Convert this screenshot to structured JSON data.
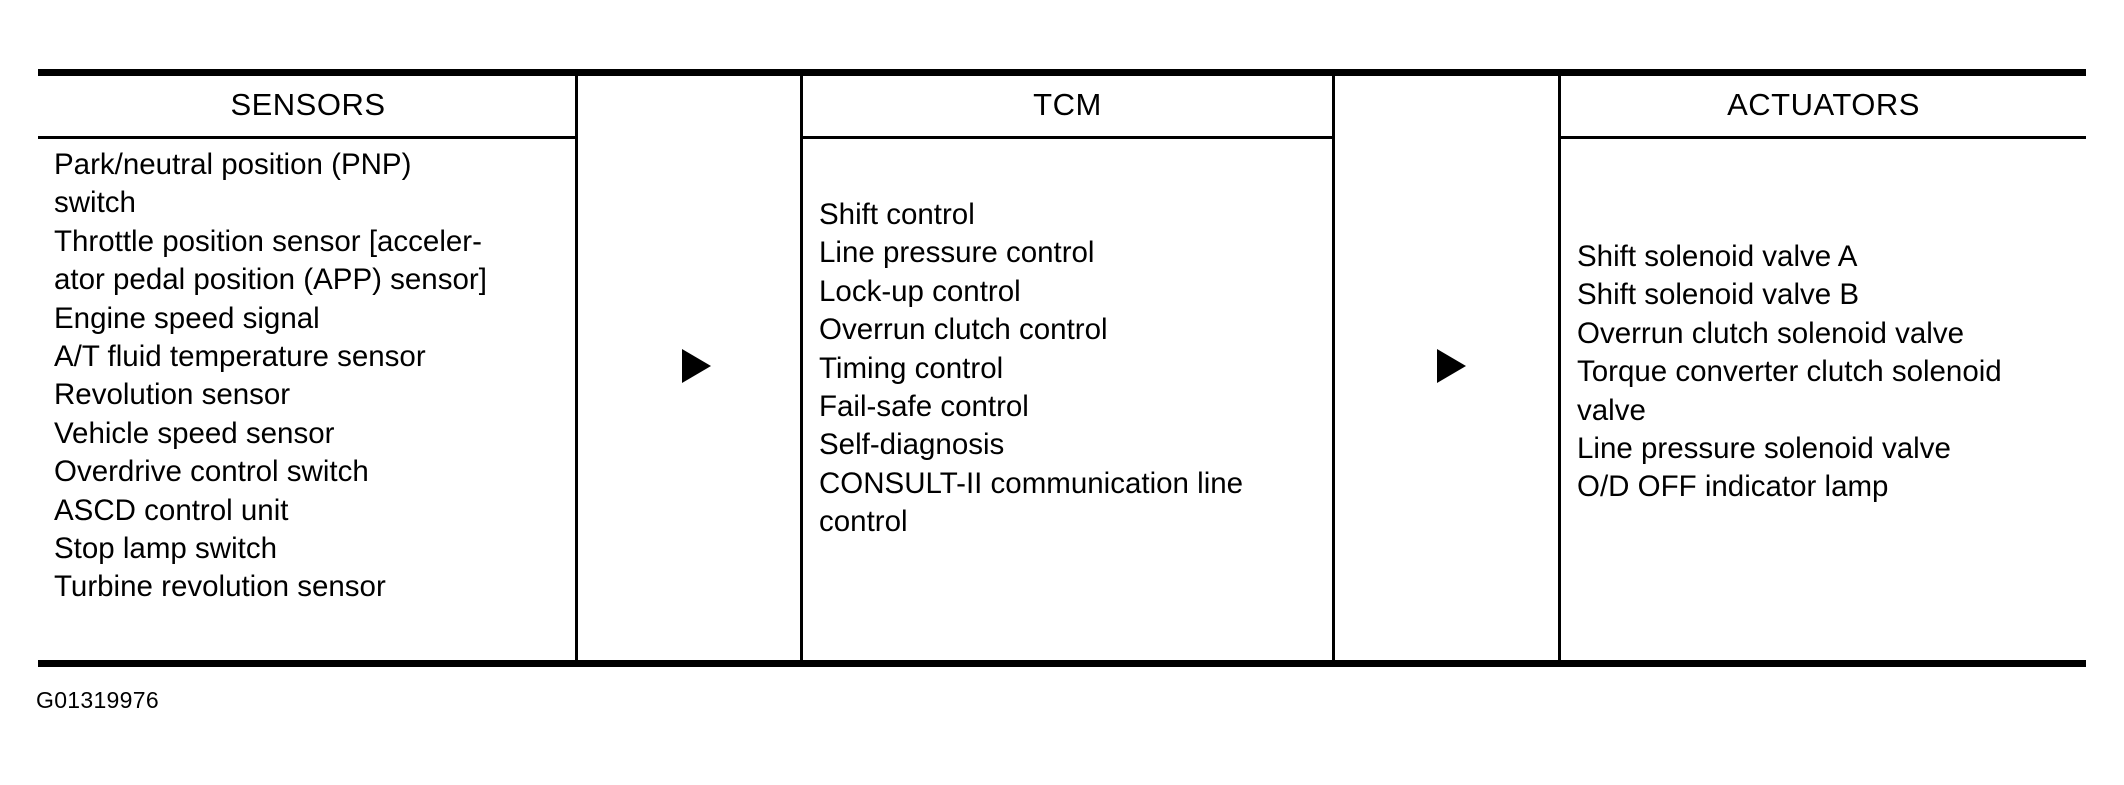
{
  "figure": {
    "caption": "G01319976",
    "ink_color": "#000000",
    "background_color": "#ffffff"
  },
  "boxes": [
    {
      "id": "sensors",
      "title": "SENSORS",
      "items": [
        "Park/neutral position (PNP)\nswitch",
        "Throttle position sensor [acceler-\nator pedal position (APP) sensor]",
        "Engine speed signal",
        "A/T fluid temperature sensor",
        "Revolution sensor",
        "Vehicle speed sensor",
        "Overdrive control switch",
        "ASCD control unit",
        "Stop lamp switch",
        "Turbine revolution sensor"
      ]
    },
    {
      "id": "tcm",
      "title": "TCM",
      "items": [
        "Shift control",
        "Line pressure control",
        "Lock-up control",
        "Overrun clutch control",
        "Timing control",
        "Fail-safe control",
        "Self-diagnosis",
        "CONSULT-II communication line\ncontrol"
      ]
    },
    {
      "id": "actuators",
      "title": "ACTUATORS",
      "items": [
        "Shift solenoid valve A",
        "Shift solenoid valve B",
        "Overrun clutch solenoid valve",
        "Torque converter clutch solenoid\nvalve",
        "Line pressure solenoid valve",
        "O/D OFF indicator lamp"
      ]
    }
  ],
  "connectors": [
    {
      "id": "sensors-to-tcm",
      "icon": "right-triangle-arrow-icon"
    },
    {
      "id": "tcm-to-actuators",
      "icon": "right-triangle-arrow-icon"
    }
  ]
}
